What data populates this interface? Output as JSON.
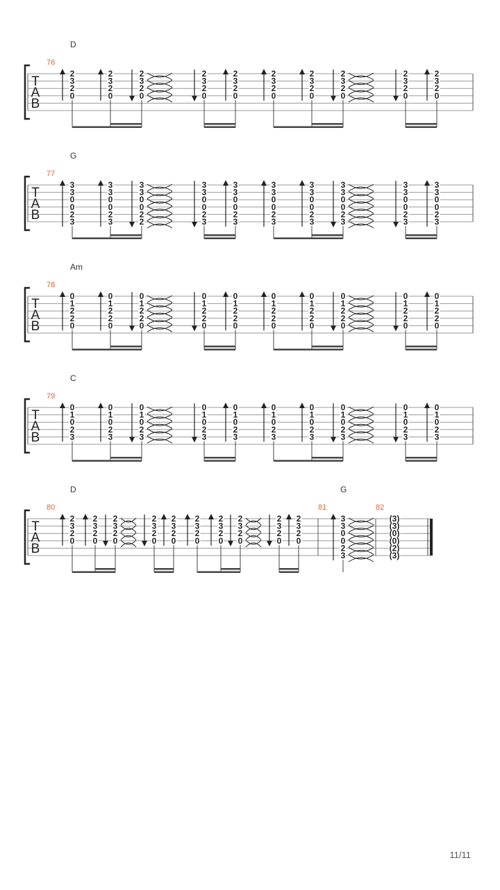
{
  "page": {
    "number": "11/11"
  },
  "tab_label": [
    "T",
    "A",
    "B"
  ],
  "systems": [
    {
      "chord": "D",
      "measures": [
        {
          "number": "76",
          "strokes": [
            {
              "dir": "up",
              "frets": [
                "2",
                "3",
                "2",
                "0"
              ],
              "arp": false
            },
            {
              "dir": "up",
              "frets": [
                "2",
                "3",
                "2",
                "0"
              ],
              "arp": false
            },
            {
              "dir": "down",
              "frets": [
                "2",
                "3",
                "2",
                "0"
              ],
              "arp": true
            },
            {
              "dir": "down",
              "frets": [
                "2",
                "3",
                "2",
                "0"
              ],
              "arp": false
            },
            {
              "dir": "up",
              "frets": [
                "2",
                "3",
                "2",
                "0"
              ],
              "arp": false
            },
            {
              "dir": "up",
              "frets": [
                "2",
                "3",
                "2",
                "0"
              ],
              "arp": false
            },
            {
              "dir": "up",
              "frets": [
                "2",
                "3",
                "2",
                "0"
              ],
              "arp": false
            },
            {
              "dir": "down",
              "frets": [
                "2",
                "3",
                "2",
                "0"
              ],
              "arp": true
            },
            {
              "dir": "down",
              "frets": [
                "2",
                "3",
                "2",
                "0"
              ],
              "arp": false
            },
            {
              "dir": "up",
              "frets": [
                "2",
                "3",
                "2",
                "0"
              ],
              "arp": false
            }
          ]
        }
      ]
    },
    {
      "chord": "G",
      "measures": [
        {
          "number": "77",
          "strokes": [
            {
              "dir": "up",
              "frets": [
                "3",
                "3",
                "0",
                "0",
                "2",
                "3"
              ],
              "arp": false
            },
            {
              "dir": "up",
              "frets": [
                "3",
                "3",
                "0",
                "0",
                "2",
                "3"
              ],
              "arp": false
            },
            {
              "dir": "down",
              "frets": [
                "3",
                "3",
                "0",
                "0",
                "2",
                "2"
              ],
              "arp": true
            },
            {
              "dir": "down",
              "frets": [
                "3",
                "3",
                "0",
                "0",
                "2",
                "3"
              ],
              "arp": false
            },
            {
              "dir": "up",
              "frets": [
                "3",
                "3",
                "0",
                "0",
                "2",
                "3"
              ],
              "arp": false
            },
            {
              "dir": "up",
              "frets": [
                "3",
                "3",
                "0",
                "0",
                "2",
                "3"
              ],
              "arp": false
            },
            {
              "dir": "up",
              "frets": [
                "3",
                "3",
                "0",
                "0",
                "2",
                "3"
              ],
              "arp": false
            },
            {
              "dir": "down",
              "frets": [
                "3",
                "3",
                "0",
                "0",
                "2",
                "3"
              ],
              "arp": true
            },
            {
              "dir": "down",
              "frets": [
                "3",
                "3",
                "0",
                "0",
                "2",
                "3"
              ],
              "arp": false
            },
            {
              "dir": "up",
              "frets": [
                "3",
                "3",
                "0",
                "0",
                "2",
                "3"
              ],
              "arp": false
            }
          ]
        }
      ]
    },
    {
      "chord": "Am",
      "measures": [
        {
          "number": "78",
          "strokes": [
            {
              "dir": "up",
              "frets": [
                "0",
                "1",
                "2",
                "2",
                "0"
              ],
              "arp": false
            },
            {
              "dir": "up",
              "frets": [
                "0",
                "1",
                "2",
                "2",
                "0"
              ],
              "arp": false
            },
            {
              "dir": "down",
              "frets": [
                "0",
                "1",
                "2",
                "2",
                "0"
              ],
              "arp": true
            },
            {
              "dir": "down",
              "frets": [
                "0",
                "1",
                "2",
                "2",
                "0"
              ],
              "arp": false
            },
            {
              "dir": "up",
              "frets": [
                "0",
                "1",
                "2",
                "2",
                "0"
              ],
              "arp": false
            },
            {
              "dir": "up",
              "frets": [
                "0",
                "1",
                "2",
                "2",
                "0"
              ],
              "arp": false
            },
            {
              "dir": "up",
              "frets": [
                "0",
                "1",
                "2",
                "2",
                "0"
              ],
              "arp": false
            },
            {
              "dir": "down",
              "frets": [
                "0",
                "1",
                "2",
                "2",
                "0"
              ],
              "arp": true
            },
            {
              "dir": "down",
              "frets": [
                "0",
                "1",
                "2",
                "2",
                "0"
              ],
              "arp": false
            },
            {
              "dir": "up",
              "frets": [
                "0",
                "1",
                "2",
                "2",
                "0"
              ],
              "arp": false
            }
          ]
        }
      ]
    },
    {
      "chord": "C",
      "measures": [
        {
          "number": "79",
          "strokes": [
            {
              "dir": "up",
              "frets": [
                "0",
                "1",
                "0",
                "2",
                "3"
              ],
              "arp": false
            },
            {
              "dir": "up",
              "frets": [
                "0",
                "1",
                "0",
                "2",
                "3"
              ],
              "arp": false
            },
            {
              "dir": "down",
              "frets": [
                "0",
                "1",
                "0",
                "2",
                "3"
              ],
              "arp": true
            },
            {
              "dir": "down",
              "frets": [
                "0",
                "1",
                "0",
                "2",
                "3"
              ],
              "arp": false
            },
            {
              "dir": "up",
              "frets": [
                "0",
                "1",
                "0",
                "2",
                "3"
              ],
              "arp": false
            },
            {
              "dir": "up",
              "frets": [
                "0",
                "1",
                "0",
                "2",
                "3"
              ],
              "arp": false
            },
            {
              "dir": "up",
              "frets": [
                "0",
                "1",
                "0",
                "2",
                "3"
              ],
              "arp": false
            },
            {
              "dir": "down",
              "frets": [
                "0",
                "1",
                "0",
                "2",
                "3"
              ],
              "arp": true
            },
            {
              "dir": "down",
              "frets": [
                "0",
                "1",
                "0",
                "2",
                "3"
              ],
              "arp": false
            },
            {
              "dir": "up",
              "frets": [
                "0",
                "1",
                "0",
                "2",
                "3"
              ],
              "arp": false
            }
          ]
        }
      ]
    },
    {
      "chord": "D",
      "chord2": "G",
      "measures": [
        {
          "number": "80",
          "strokes": [
            {
              "dir": "up",
              "frets": [
                "2",
                "3",
                "2",
                "0"
              ],
              "arp": false
            },
            {
              "dir": "up",
              "frets": [
                "2",
                "3",
                "2",
                "0"
              ],
              "arp": false
            },
            {
              "dir": "down",
              "frets": [
                "2",
                "3",
                "2",
                "0"
              ],
              "arp": true
            },
            {
              "dir": "down",
              "frets": [
                "2",
                "3",
                "2",
                "0"
              ],
              "arp": false
            },
            {
              "dir": "up",
              "frets": [
                "2",
                "3",
                "2",
                "0"
              ],
              "arp": false
            },
            {
              "dir": "up",
              "frets": [
                "2",
                "3",
                "2",
                "0"
              ],
              "arp": false
            },
            {
              "dir": "up",
              "frets": [
                "2",
                "3",
                "2",
                "0"
              ],
              "arp": false
            },
            {
              "dir": "down",
              "frets": [
                "2",
                "3",
                "2",
                "0"
              ],
              "arp": true
            },
            {
              "dir": "down",
              "frets": [
                "2",
                "3",
                "2",
                "0"
              ],
              "arp": false
            },
            {
              "dir": "up",
              "frets": [
                "2",
                "3",
                "2",
                "0"
              ],
              "arp": false
            }
          ]
        },
        {
          "number": "81",
          "strokes": [
            {
              "dir": "up",
              "frets": [
                "3",
                "3",
                "0",
                "0",
                "2",
                "3"
              ],
              "arp": true
            }
          ]
        },
        {
          "number": "82",
          "strokes": [
            {
              "dir": "none",
              "frets": [
                "(3)",
                "(3)",
                "(0)",
                "(0)",
                "(2)",
                "(3)"
              ],
              "arp": false
            }
          ]
        }
      ]
    }
  ]
}
